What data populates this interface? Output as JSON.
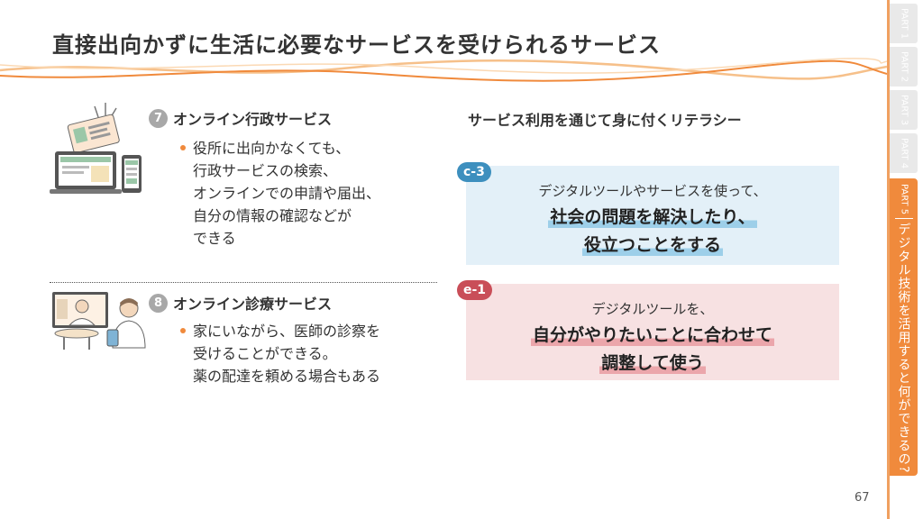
{
  "title": "直接出向かずに生活に必要なサービスを受けられるサービス",
  "services": [
    {
      "number": "7",
      "heading": "オンライン行政サービス",
      "lines": [
        "役所に出向かなくても、",
        "行政サービスの検索、",
        "オンラインでの申請や届出、",
        "自分の情報の確認などが",
        "できる"
      ]
    },
    {
      "number": "8",
      "heading": "オンライン診療サービス",
      "lines": [
        "家にいながら、医師の診察を",
        "受けることができる。",
        "薬の配達を頼める場合もある"
      ]
    }
  ],
  "literacy": {
    "heading": "サービス利用を通じて身に付くリテラシー",
    "items": [
      {
        "tag": "c-3",
        "line1": "デジタルツールやサービスを使って、",
        "line2": "社会の問題を解決したり、",
        "line3": "役立つことをする"
      },
      {
        "tag": "e-1",
        "line1": "デジタルツールを、",
        "line2": "自分がやりたいことに合わせて",
        "line3": "調整して使う"
      }
    ]
  },
  "page_number": "67",
  "side_tabs": [
    {
      "label": "PART 1"
    },
    {
      "label": "PART 2"
    },
    {
      "label": "PART 3"
    },
    {
      "label": "PART 4"
    }
  ],
  "active_tab": {
    "label": "PART 5",
    "title": "デジタル技術を活用すると何ができるの?"
  },
  "colors": {
    "accent": "#f08a3c",
    "blue_box": "#e3f0f8",
    "pink_box": "#f7e1e2",
    "tag_blue": "#3d8fbe",
    "tag_red": "#c94e58"
  }
}
